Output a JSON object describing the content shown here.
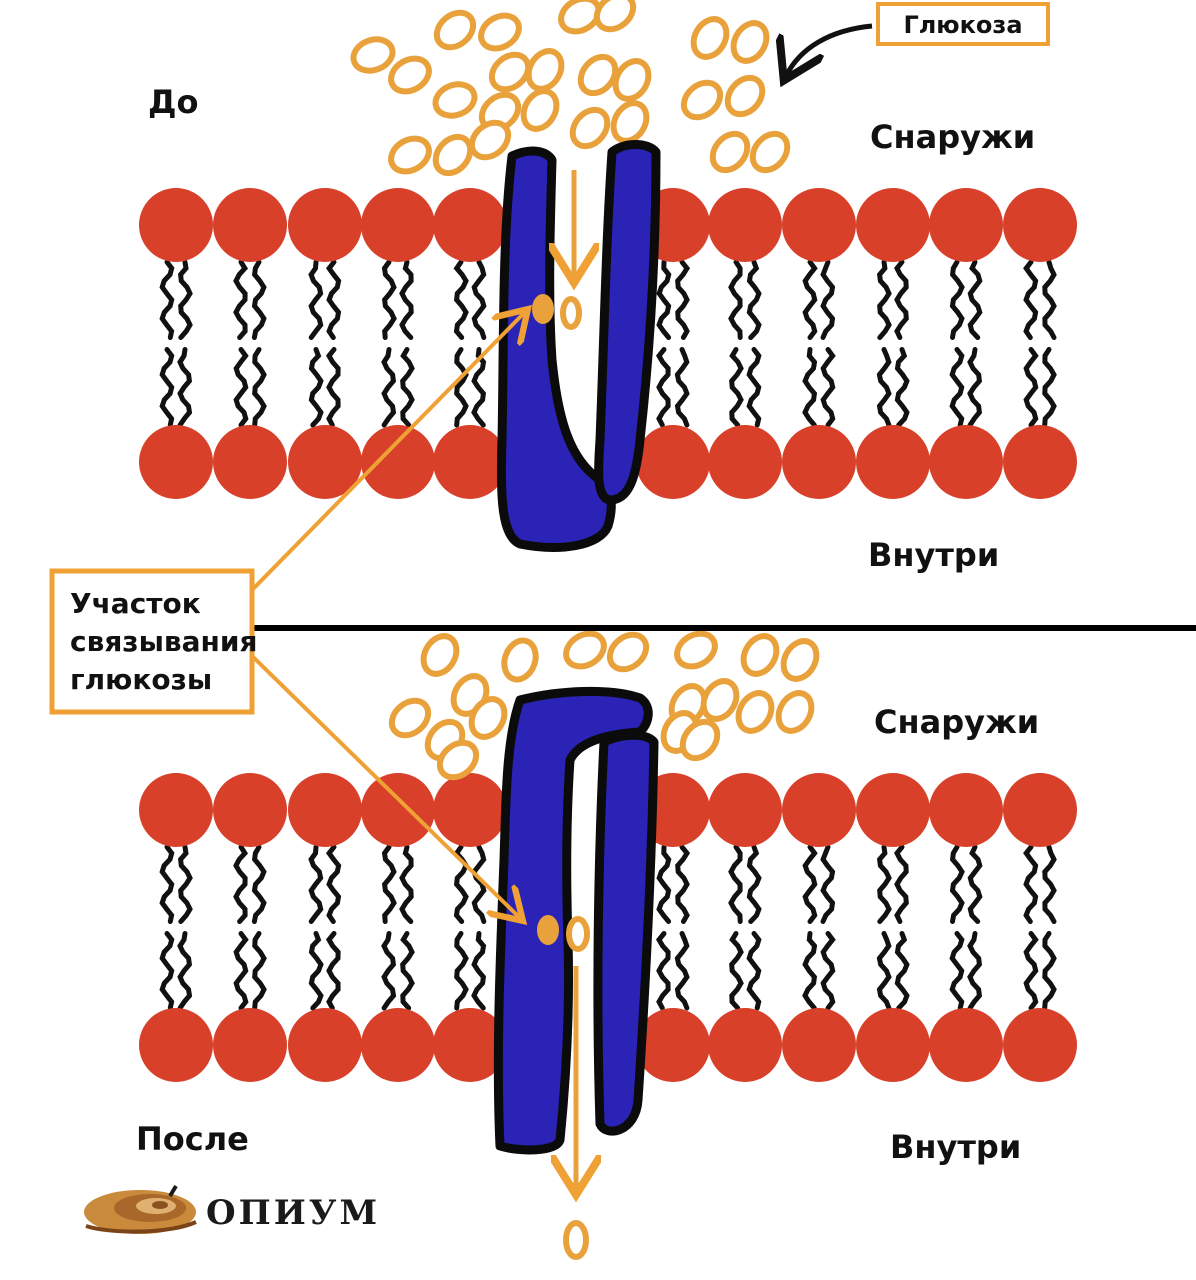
{
  "labels": {
    "before": "До",
    "after": "После",
    "outside_top": "Снаружи",
    "inside_top": "Внутри",
    "outside_bottom": "Снаружи",
    "inside_bottom": "Внутри",
    "glucose": "Глюкоза",
    "binding_site_line1": "Участок",
    "binding_site_line2": "связывания",
    "binding_site_line3": "глюкозы",
    "logo": "ОПИУМ"
  },
  "colors": {
    "phospholipid_head": "#d8402a",
    "phospholipid_tail": "#111111",
    "transporter": "#2a23b5",
    "transporter_outline": "#0b0b0b",
    "glucose": "#e9a23b",
    "annotation": "#f0a136",
    "divider": "#000000",
    "logo_snail": "#c98a3c"
  },
  "icons": {
    "logo": "snail-icon"
  }
}
